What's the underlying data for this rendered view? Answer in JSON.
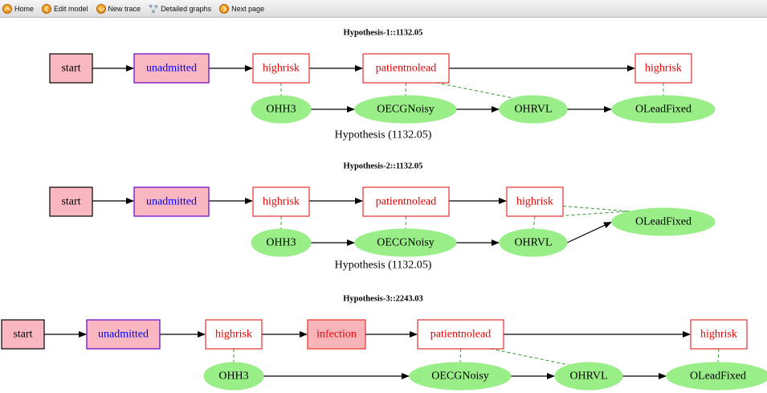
{
  "toolbar": {
    "items": [
      {
        "label": "Home",
        "icon": "home-icon"
      },
      {
        "label": "Edit model",
        "icon": "back-icon"
      },
      {
        "label": "New trace",
        "icon": "new-icon"
      },
      {
        "label": "Detailed graphs",
        "icon": "graph-icon"
      },
      {
        "label": "Next page",
        "icon": "next-icon"
      }
    ]
  },
  "colors": {
    "start_fill": "#f9b7c1",
    "unadmitted_border": "#6600cc",
    "unadmitted_text": "#0000ff",
    "state_border": "#e53030",
    "state_text": "#ee0000",
    "infection_fill": "#f6b3b8",
    "observation_fill": "#99ee88",
    "observation_link": "#339933"
  },
  "hypotheses": [
    {
      "title": "Hypothesis-1::1132.05",
      "caption": "Hypothesis (1132.05)",
      "states": [
        "start",
        "unadmitted",
        "highrisk",
        "patientnolead",
        "highrisk"
      ],
      "observations": [
        "OHH3",
        "OECGNoisy",
        "OHRVL",
        "OLeadFixed"
      ]
    },
    {
      "title": "Hypothesis-2::1132.05",
      "caption": "Hypothesis (1132.05)",
      "states": [
        "start",
        "unadmitted",
        "highrisk",
        "patientnolead",
        "highrisk"
      ],
      "observations": [
        "OHH3",
        "OECGNoisy",
        "OHRVL",
        "OLeadFixed"
      ]
    },
    {
      "title": "Hypothesis-3::2243.03",
      "caption": "",
      "states": [
        "start",
        "unadmitted",
        "highrisk",
        "infection",
        "patientnolead",
        "highrisk"
      ],
      "observations": [
        "OHH3",
        "OECGNoisy",
        "OHRVL",
        "OLeadFixed"
      ]
    }
  ]
}
